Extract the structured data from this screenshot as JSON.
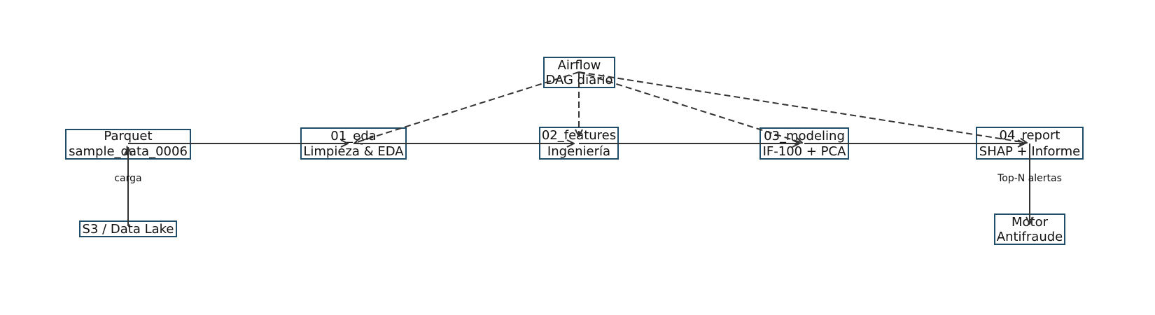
{
  "diagram": {
    "nodes": {
      "airflow": {
        "line1": "Airflow",
        "line2": "DAG diario"
      },
      "parquet": {
        "line1": "Parquet",
        "line2": "sample_data_0006"
      },
      "eda": {
        "line1": "01_eda",
        "line2": "Limpieza & EDA"
      },
      "features": {
        "line1": "02_features",
        "line2": "Ingeniería"
      },
      "modeling": {
        "line1": "03_modeling",
        "line2": "IF-100 + PCA"
      },
      "report": {
        "line1": "04_report",
        "line2": "SHAP + Informe"
      },
      "s3": {
        "line1": "S3 / Data Lake"
      },
      "motor": {
        "line1": "Motor",
        "line2": "Antifraude"
      }
    },
    "edge_labels": {
      "carga": "carga",
      "topn": "Top-N alertas"
    },
    "colors": {
      "node_border": "#1f4e6b",
      "edge": "#333333",
      "text": "#111111",
      "background": "#ffffff"
    }
  }
}
